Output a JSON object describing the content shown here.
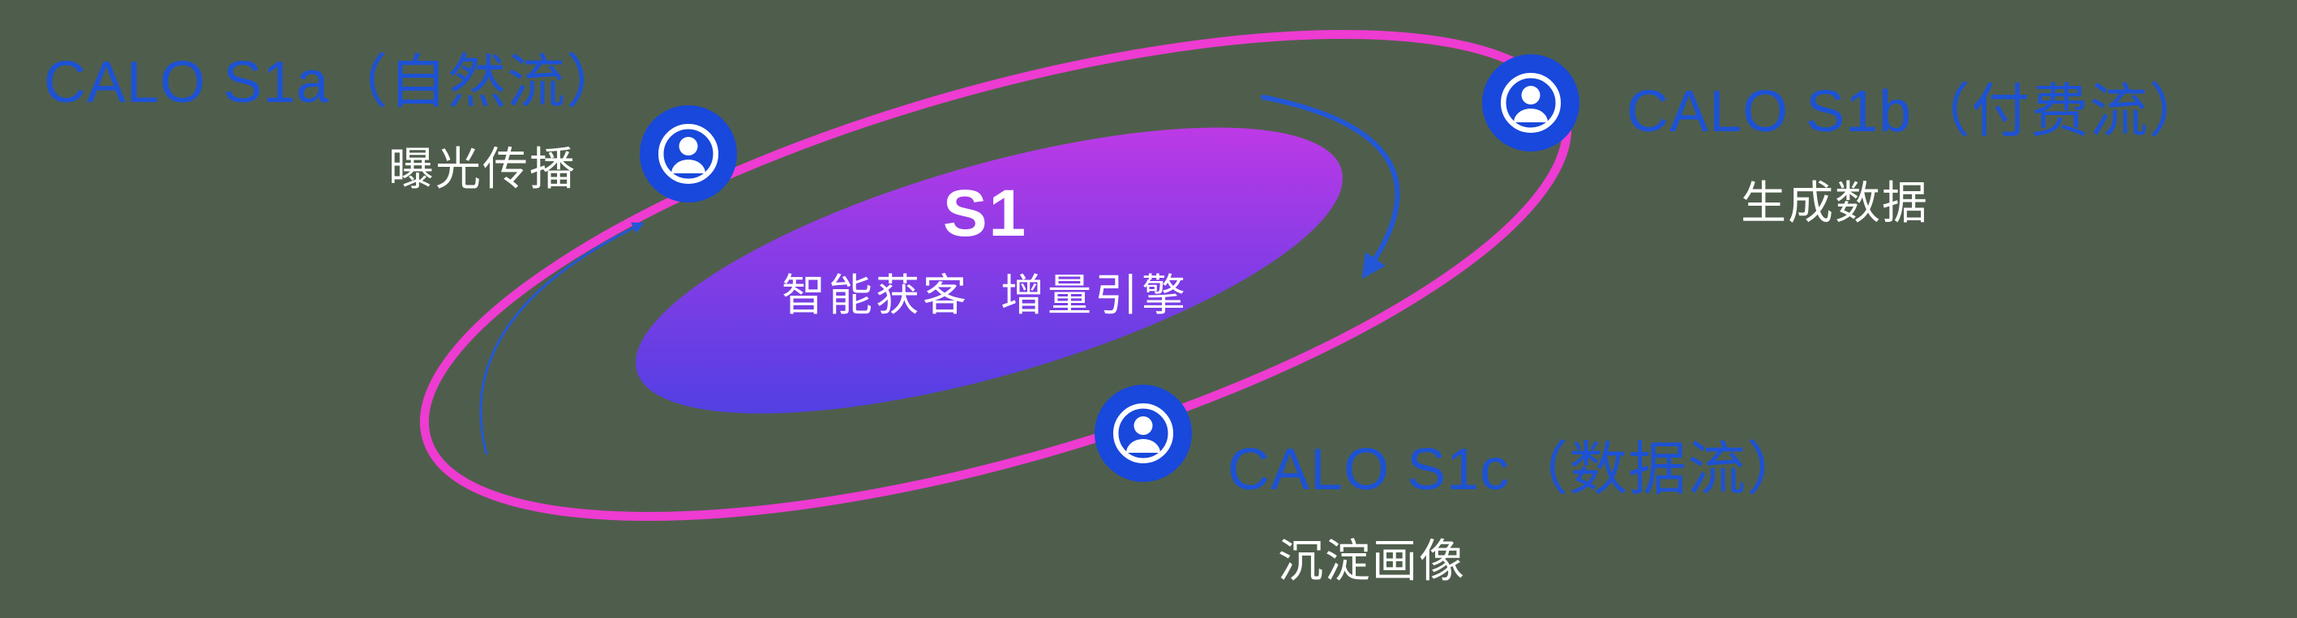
{
  "background_color": "#4f5e4c",
  "center": {
    "title": "S1",
    "subtitle": "智能获客  增量引擎"
  },
  "nodes": [
    {
      "id": "calo-s1a",
      "label": "CALO S1a（自然流）",
      "sublabel": "曝光传播"
    },
    {
      "id": "calo-s1b",
      "label": "CALO S1b（付费流）",
      "sublabel": "生成数据"
    },
    {
      "id": "calo-s1c",
      "label": "CALO S1c（数据流）",
      "sublabel": "沉淀画像"
    }
  ],
  "icons": {
    "node": "user-icon"
  },
  "colors": {
    "label_blue": "#1d52d4",
    "orbit_pink": "#ee3bd2",
    "node_blue": "#1848dc",
    "arrow_blue": "#2257d8",
    "inner_gradient_start": "#3e41e2",
    "inner_gradient_end": "#d538e6",
    "text_white": "#ffffff"
  }
}
